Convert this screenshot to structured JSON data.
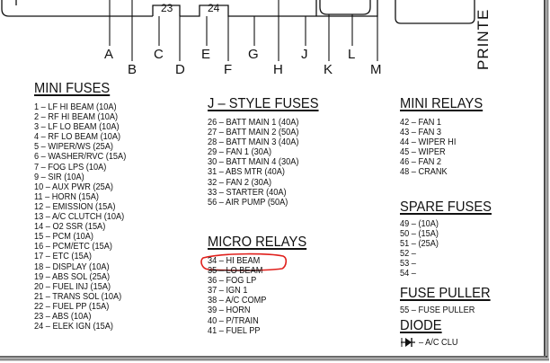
{
  "top_connectors": {
    "left_number": "23",
    "right_number": "24"
  },
  "side_label": "PRINTE",
  "column_letters": [
    "A",
    "B",
    "C",
    "D",
    "E",
    "F",
    "G",
    "H",
    "J",
    "K",
    "L",
    "M"
  ],
  "mini_fuses": {
    "title": "MINI FUSES",
    "items": [
      "1 – LF HI BEAM (10A)",
      "2 – RF HI BEAM (10A)",
      "3 – LF LO BEAM (10A)",
      "4 – RF LO BEAM (10A)",
      "5 – WIPER/WS (25A)",
      "6 – WASHER/RVC (15A)",
      "7 – FOG LPS (10A)",
      "9 – SIR (10A)",
      "10 – AUX PWR (25A)",
      "11 – HORN (15A)",
      "12 – EMISSION (15A)",
      "13 – A/C CLUTCH (10A)",
      "14 – O2 SSR (15A)",
      "15 – PCM (10A)",
      "16 – PCM/ETC (15A)",
      "17 – ETC (15A)",
      "18 – DISPLAY (10A)",
      "19 – ABS SOL (25A)",
      "20 – FUEL INJ (15A)",
      "21 – TRANS SOL (10A)",
      "22 – FUEL PP (15A)",
      "23 – ABS (10A)",
      "24 – ELEK IGN (15A)"
    ]
  },
  "j_style_fuses": {
    "title": "J – STYLE FUSES",
    "items": [
      "26 – BATT MAIN 1 (40A)",
      "27 – BATT MAIN 2 (50A)",
      "28 – BATT MAIN 3 (40A)",
      "29 – FAN 1 (30A)",
      "30 – BATT MAIN 4 (30A)",
      "31 – ABS MTR (40A)",
      "32 – FAN 2 (30A)",
      "33 – STARTER (40A)",
      "56 – AIR PUMP (50A)"
    ]
  },
  "micro_relays": {
    "title": "MICRO RELAYS",
    "items": [
      "34 – HI BEAM",
      "35 – LO BEAM",
      "36 – FOG LP",
      "37 – IGN 1",
      "38 – A/C COMP",
      "39 – HORN",
      "40 – P/TRAIN",
      "41 – FUEL PP"
    ]
  },
  "mini_relays": {
    "title": "MINI RELAYS",
    "items": [
      "42 – FAN 1",
      "43 – FAN 3",
      "44 – WIPER HI",
      "45 – WIPER",
      "46 – FAN 2",
      "48 – CRANK"
    ]
  },
  "spare_fuses": {
    "title": "SPARE FUSES",
    "items": [
      "49 – (10A)",
      "50 – (15A)",
      "51 – (25A)",
      "52 –",
      "53 –",
      "54 –"
    ]
  },
  "fuse_puller": {
    "title": "FUSE PULLER",
    "items": [
      "55 – FUSE PULLER"
    ]
  },
  "diode": {
    "title": "DIODE",
    "label": "– A/C CLU"
  },
  "colors": {
    "ink": "#111111",
    "annotation": "#e0201c",
    "frame_shadow": "#8c8c8c"
  }
}
